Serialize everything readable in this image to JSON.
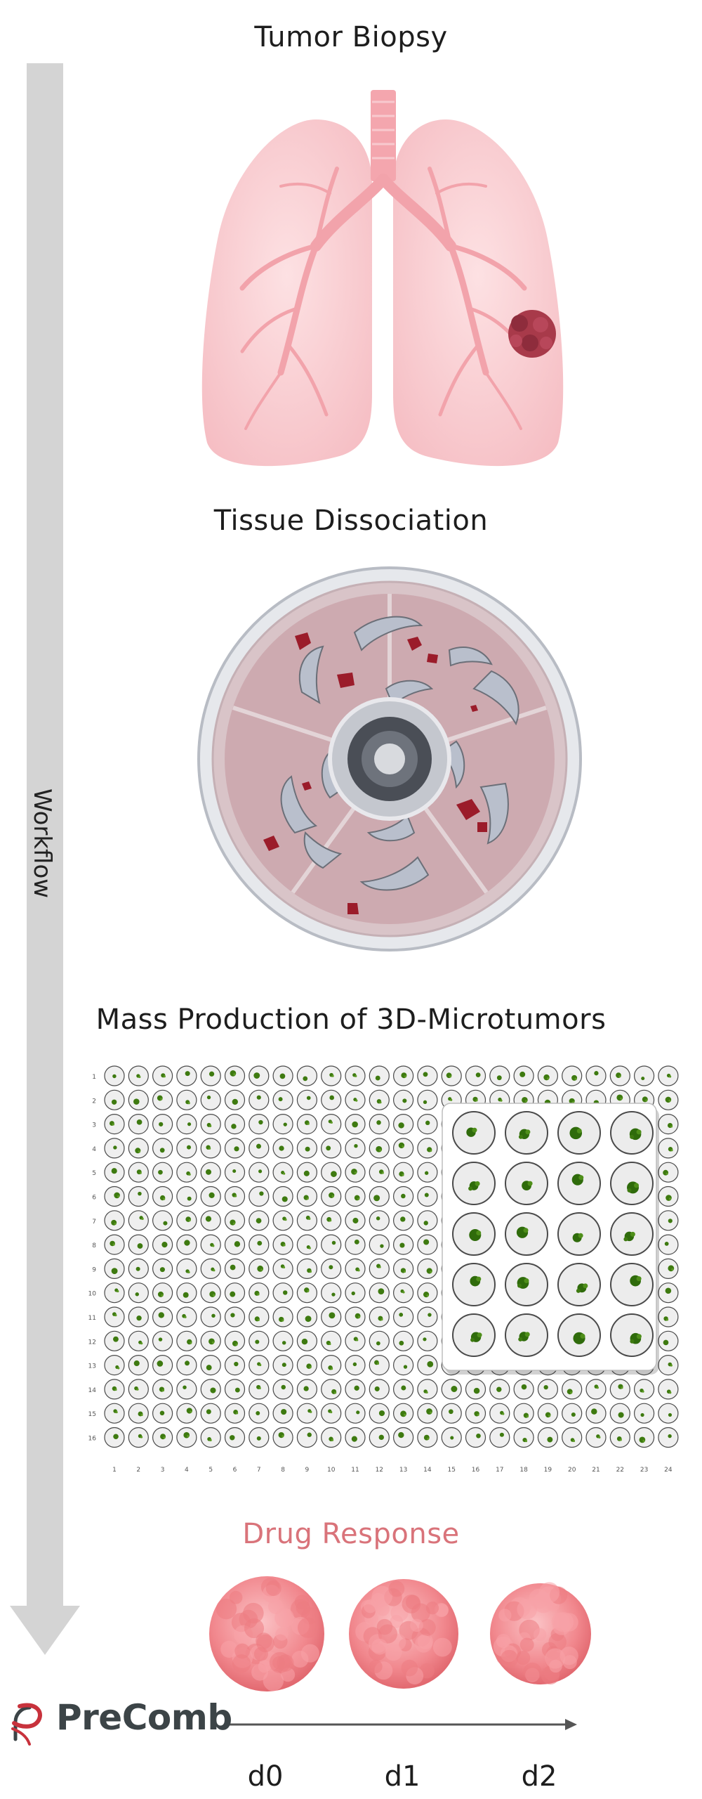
{
  "diagram": {
    "workflow_label": "Workflow",
    "steps": [
      {
        "title": "Tumor Biopsy"
      },
      {
        "title": "Tissue Dissociation"
      },
      {
        "title": "Mass Production of 3D-Microtumors"
      },
      {
        "title": "Drug Response"
      }
    ],
    "plate": {
      "rows": [
        "1",
        "2",
        "3",
        "4",
        "5",
        "6",
        "7",
        "8",
        "9",
        "10",
        "11",
        "12",
        "13",
        "14",
        "15",
        "16"
      ],
      "columns": [
        "1",
        "2",
        "3",
        "4",
        "5",
        "6",
        "7",
        "8",
        "9",
        "10",
        "11",
        "12",
        "13",
        "14",
        "15",
        "16",
        "17",
        "18",
        "19",
        "20",
        "21",
        "22",
        "23",
        "24"
      ],
      "zoom_rows": 5,
      "zoom_columns": 4
    },
    "timepoints": [
      "d0",
      "d1",
      "d2"
    ],
    "brand": "PreComb",
    "colors": {
      "arrow": "#d3d3d3",
      "drug_title": "#d9737a",
      "lung": "#f8c7cb",
      "airway": "#f2a3ab",
      "tumor": "#a83a4a",
      "cluster": "#3e7a10",
      "sphere": "#f1878d",
      "brand_text": "#3c4447",
      "brand_red": "#c8323c"
    }
  }
}
